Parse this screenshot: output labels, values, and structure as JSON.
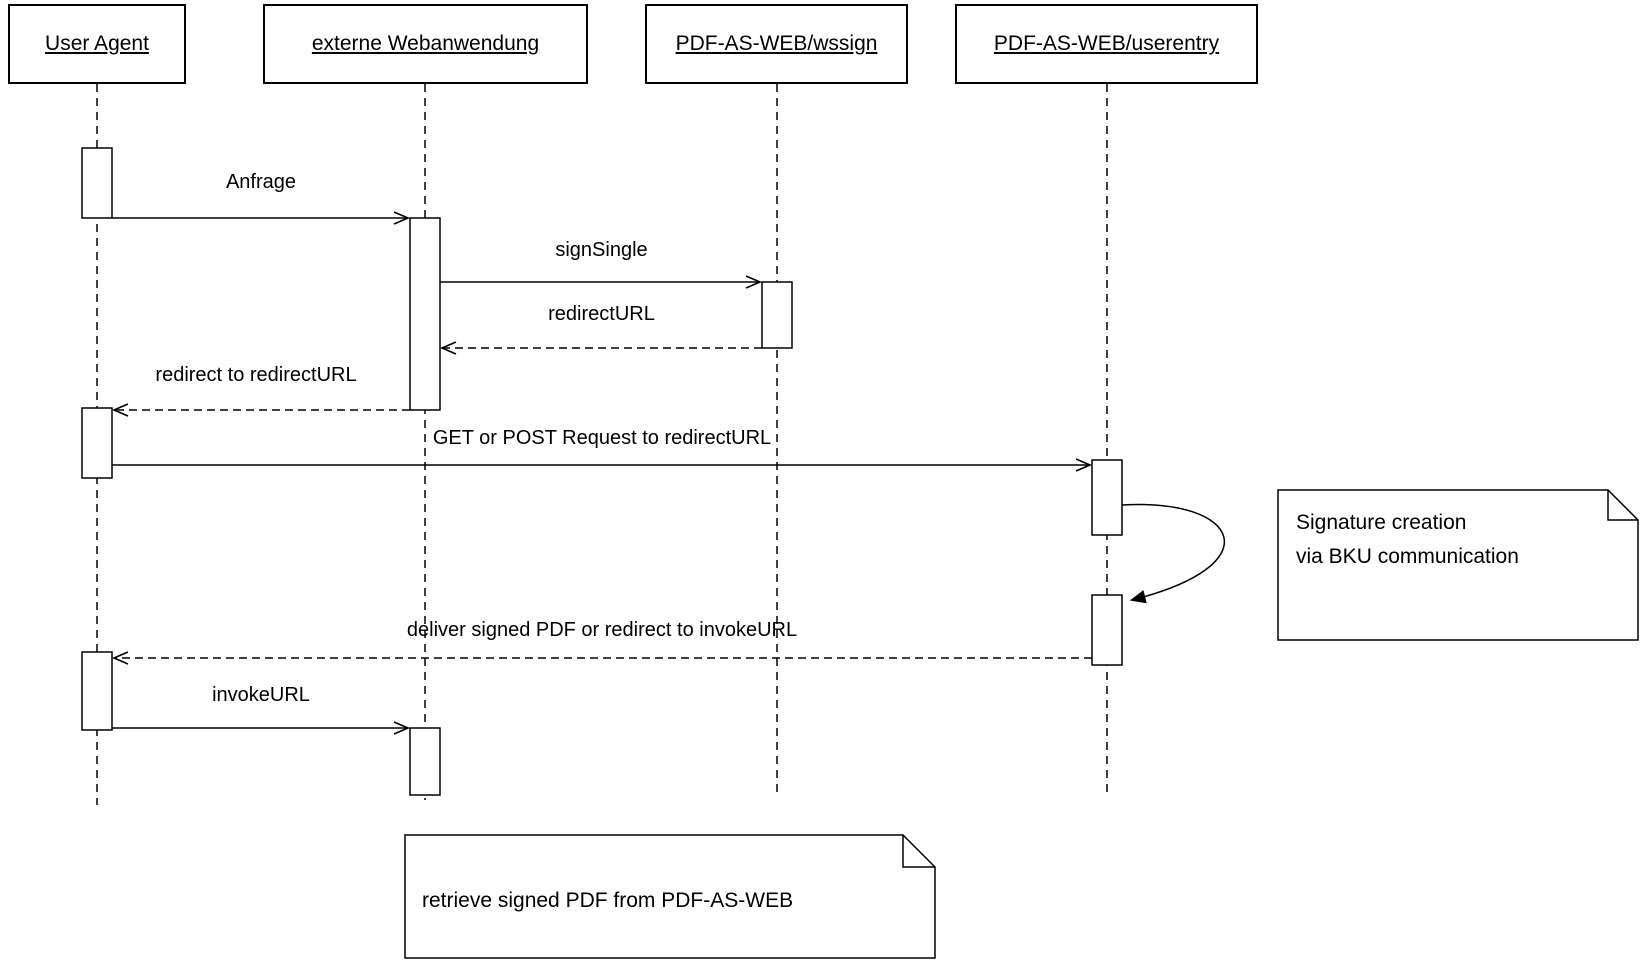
{
  "diagram": {
    "type": "uml-sequence",
    "actors": [
      {
        "id": "user-agent",
        "label": "User Agent"
      },
      {
        "id": "externe-webanwendung",
        "label": "externe Webanwendung"
      },
      {
        "id": "pdf-as-web-wssign",
        "label": "PDF-AS-WEB/wssign"
      },
      {
        "id": "pdf-as-web-userentry",
        "label": "PDF-AS-WEB/userentry"
      }
    ],
    "messages": [
      {
        "label": "Anfrage",
        "from": "User Agent",
        "to": "externe Webanwendung",
        "line": "solid"
      },
      {
        "label": "signSingle",
        "from": "externe Webanwendung",
        "to": "PDF-AS-WEB/wssign",
        "line": "solid"
      },
      {
        "label": "redirectURL",
        "from": "PDF-AS-WEB/wssign",
        "to": "externe Webanwendung",
        "line": "dashed"
      },
      {
        "label": "redirect to redirectURL",
        "from": "externe Webanwendung",
        "to": "User Agent",
        "line": "dashed"
      },
      {
        "label": "GET or POST Request to redirectURL",
        "from": "User Agent",
        "to": "PDF-AS-WEB/userentry",
        "line": "solid"
      },
      {
        "label": "deliver signed PDF or redirect to invokeURL",
        "from": "PDF-AS-WEB/userentry",
        "to": "User Agent",
        "line": "dashed"
      },
      {
        "label": "invokeURL",
        "from": "User Agent",
        "to": "externe Webanwendung",
        "line": "solid"
      }
    ],
    "notes": [
      {
        "lines": [
          "Signature creation",
          "via BKU communication"
        ]
      },
      {
        "lines": [
          "retrieve signed PDF from PDF-AS-WEB"
        ]
      }
    ],
    "colors": {
      "stroke": "#000000",
      "fill": "#ffffff",
      "background": "#ffffff"
    }
  }
}
